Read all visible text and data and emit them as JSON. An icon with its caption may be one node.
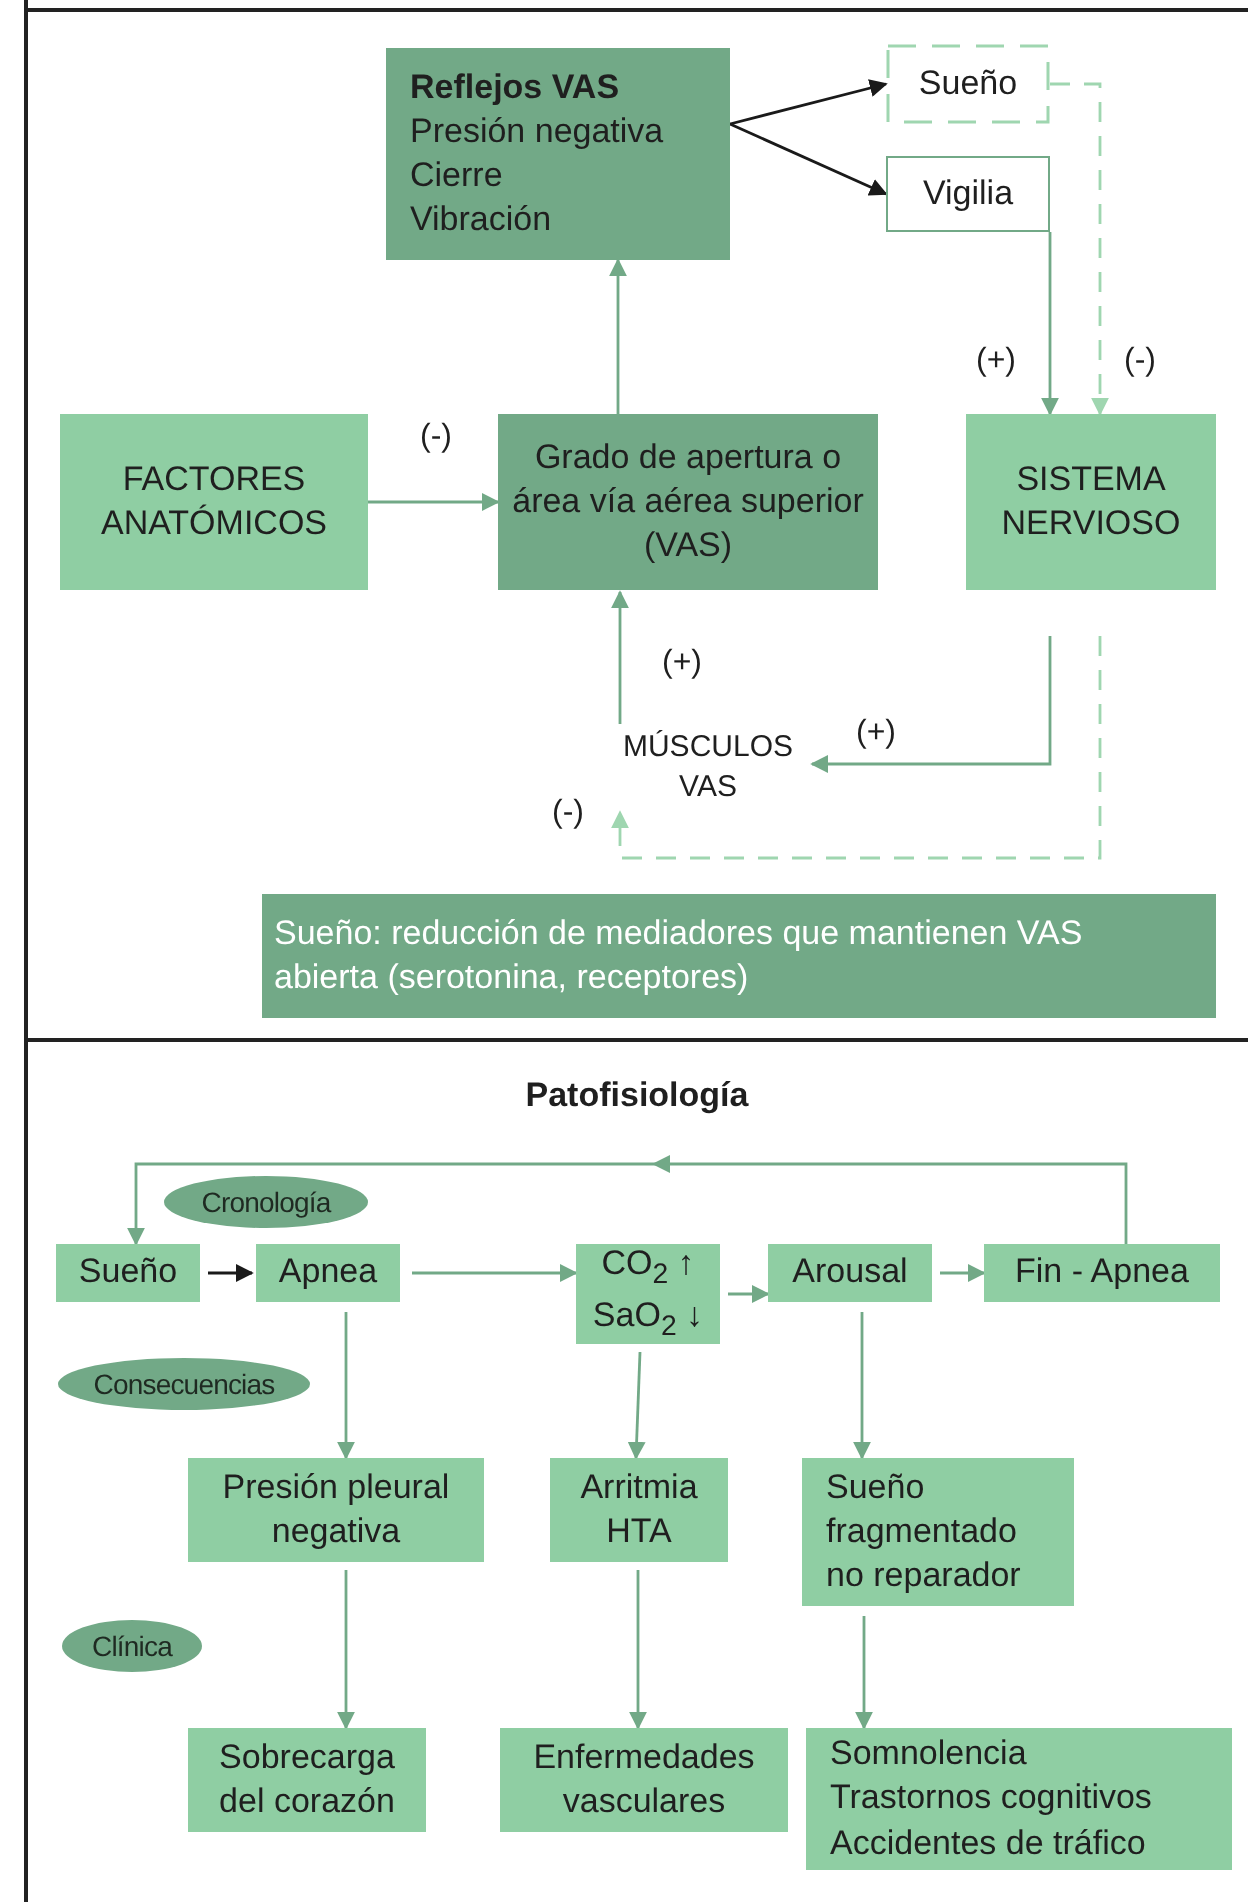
{
  "diagram": {
    "nodes": [
      {
        "text": [
          "Reflejos VAS",
          "Presión negativa",
          "Cierre",
          "Vibración"
        ]
      },
      {
        "text": [
          "Sueño"
        ]
      },
      {
        "text": [
          "Vigilia"
        ]
      },
      {
        "text": [
          "FACTORES ANATÓMICOS"
        ]
      },
      {
        "text": [
          "Grado de apertura o área vía aérea superior (VAS)"
        ]
      },
      {
        "text": [
          "SISTEMA NERVIOSO"
        ]
      },
      {
        "text": [
          "MÚSCULOS VAS"
        ]
      },
      {
        "text": [
          "Sueño: reducción de mediadores que mantienen VAS abierta (serotonina, receptores)"
        ]
      },
      {
        "text": [
          "Sueño"
        ]
      },
      {
        "text": [
          "Apnea"
        ]
      },
      {
        "text": [
          "CO$_{2}$ ↑",
          "SaO$_{2}$ ↓"
        ]
      },
      {
        "text": [
          "Arousal"
        ]
      },
      {
        "text": [
          "Fin - Apnea"
        ]
      },
      {
        "text": [
          "Presión pleural negativa"
        ]
      },
      {
        "text": [
          "Arritmia HTA"
        ]
      },
      {
        "text": [
          "Sueño fragmentado no reparador"
        ]
      },
      {
        "text": [
          "Sobrecarga del corazón"
        ]
      },
      {
        "text": [
          "Enfermedades vasculares"
        ]
      },
      {
        "text": [
          "Somnolencia",
          "Trastornos cognitivos",
          "Accidentes de tráfico"
        ]
      },
      {
        "text": [
          "Cronología"
        ]
      },
      {
        "text": [
          "Consecuencias"
        ]
      },
      {
        "text": [
          "Clínica"
        ]
      }
    ],
    "edges": [
      {
        "from": 0,
        "to": 1,
        "arrow": "to",
        "color": "#1a1a1a"
      },
      {
        "from": 0,
        "to": 2,
        "arrow": "to",
        "color": "#1a1a1a"
      },
      {
        "from": 2,
        "to": 5,
        "arrow": "to",
        "label": "(+)"
      },
      {
        "from": 1,
        "to": 5,
        "arrow": "to",
        "label": "(-)",
        "style": "dashed",
        "color": "#9fd6b0"
      },
      {
        "from": 3,
        "to": 4,
        "arrow": "to",
        "label": "(-)"
      },
      {
        "from": 4,
        "to": 0,
        "arrow": "to"
      },
      {
        "from": 5,
        "to": 6,
        "arrow": "to",
        "label": "(+)"
      },
      {
        "from": 5,
        "to": 6,
        "arrow": "to",
        "label": "(-)",
        "style": "dashed",
        "color": "#9fd6b0"
      },
      {
        "from": 6,
        "to": 4,
        "arrow": "to",
        "label": "(+)"
      },
      {
        "from": 8,
        "to": 9,
        "arrow": "to",
        "color": "#1a1a1a"
      },
      {
        "from": 9,
        "to": 10,
        "arrow": "to"
      },
      {
        "from": 10,
        "to": 11,
        "arrow": "to"
      },
      {
        "from": 11,
        "to": 12,
        "arrow": "to"
      },
      {
        "from": 12,
        "to": 8,
        "arrow": "to"
      },
      {
        "from": 9,
        "to": 13,
        "arrow": "to"
      },
      {
        "from": 10,
        "to": 14,
        "arrow": "to"
      },
      {
        "from": 11,
        "to": 15,
        "arrow": "to"
      },
      {
        "from": 13,
        "to": 16,
        "arrow": "to"
      },
      {
        "from": 14,
        "to": 17,
        "arrow": "to"
      },
      {
        "from": 15,
        "to": 18,
        "arrow": "to"
      }
    ],
    "labels": [
      "Patofisiología"
    ]
  }
}
